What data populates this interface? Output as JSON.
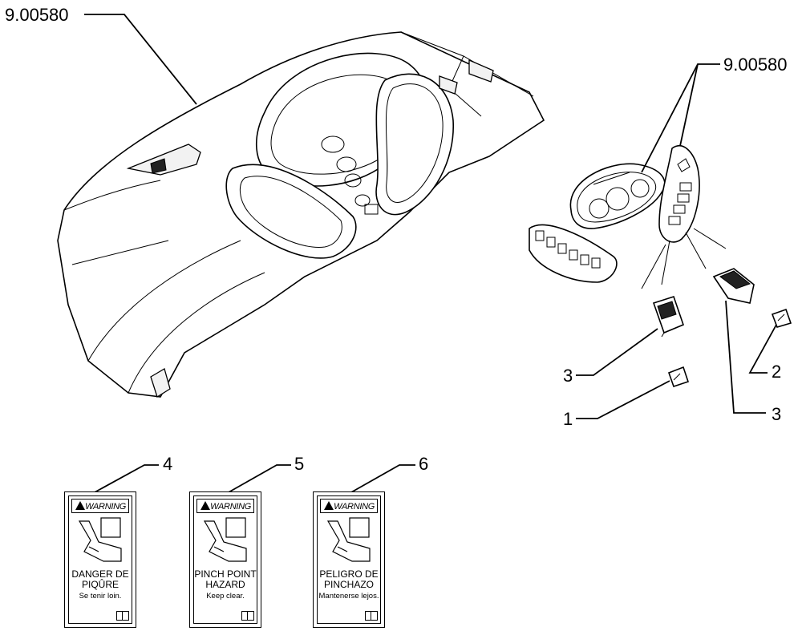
{
  "callouts": {
    "ref_top_left": "9.00580",
    "ref_right": "9.00580",
    "item_1": "1",
    "item_2": "2",
    "item_3a": "3",
    "item_3b": "3",
    "item_4": "4",
    "item_5": "5",
    "item_6": "6"
  },
  "decals": [
    {
      "header": "WARNING",
      "line1": "DANGER DE",
      "line2": "PIQÛRE",
      "line3": "Se tenir loin."
    },
    {
      "header": "WARNING",
      "line1": "PINCH POINT",
      "line2": "HAZARD",
      "line3": "Keep  clear."
    },
    {
      "header": "WARNING",
      "line1": "PELIGRO DE",
      "line2": "PINCHAZO",
      "line3": "Mantenerse lejos."
    }
  ]
}
